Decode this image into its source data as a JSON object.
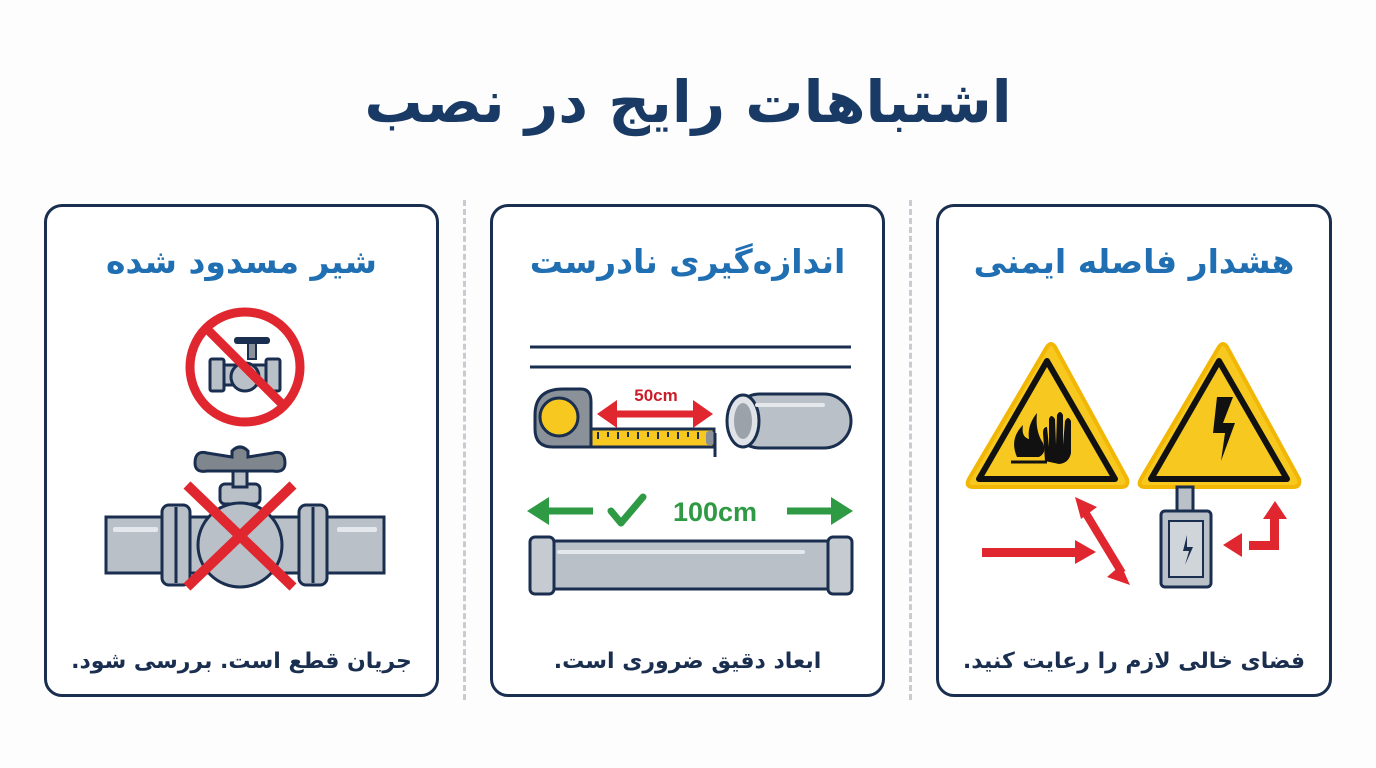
{
  "header": {
    "title": "اشتباهات رایج در نصب"
  },
  "colors": {
    "title": "#1a3a66",
    "card_title": "#1f6fb2",
    "card_border": "#1a2e4f",
    "caption": "#1a2e4f",
    "warning_red": "#e0262e",
    "ok_green": "#2e9a44",
    "hazard_yellow": "#f7c920",
    "pipe_gray": "#b9c0c7",
    "divider": "#c8ccd1"
  },
  "cards": [
    {
      "title": "هشدار فاصله ایمنی",
      "caption": "فضای خالی لازم را رعایت کنید.",
      "icons": [
        "fire-hand-warning-sign",
        "high-voltage-warning-sign",
        "electrical-box",
        "red-clearance-arrows"
      ]
    },
    {
      "title": "اندازه‌گیری نادرست",
      "caption": "ابعاد دقیق ضروری است.",
      "wrong_measure_label": "50cm",
      "correct_measure_label": "100cm",
      "icons": [
        "tape-measure",
        "short-pipe",
        "long-pipe",
        "check-mark"
      ]
    },
    {
      "title": "شیر مسدود شده",
      "caption": "جریان قطع است. بررسی شود.",
      "icons": [
        "no-valve-prohibition-sign",
        "valve-pipe",
        "red-x-mark"
      ]
    }
  ]
}
